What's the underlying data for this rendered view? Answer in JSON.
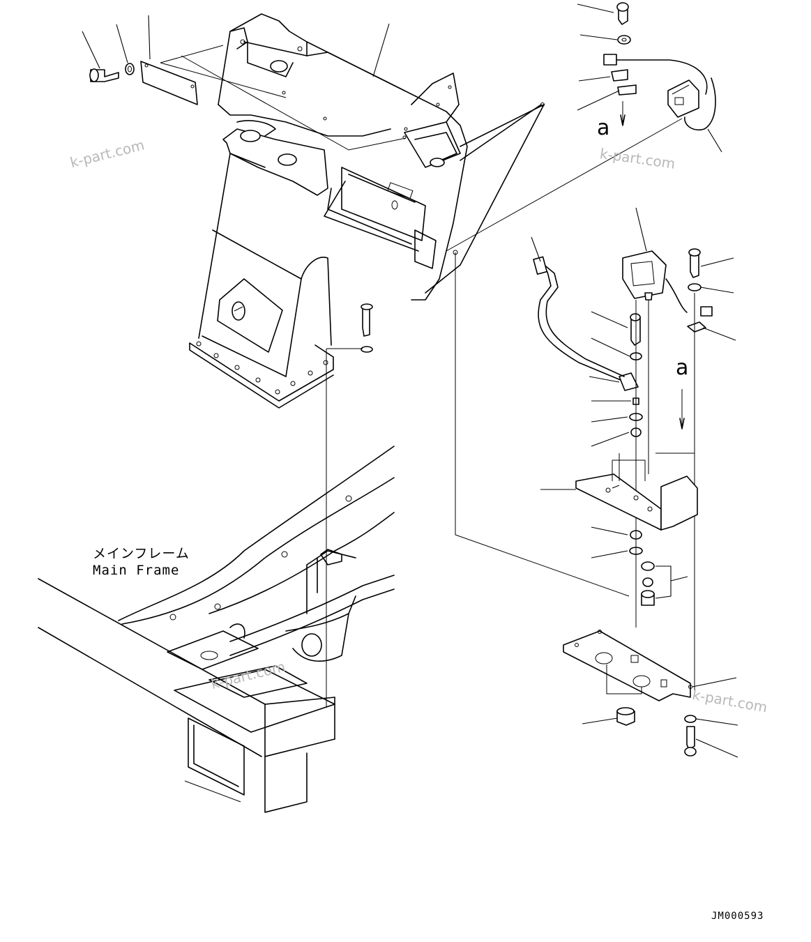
{
  "labels": {
    "main_frame_jp": "メインフレーム",
    "main_frame_en": "Main Frame",
    "view_mark_top": "a",
    "view_mark_right": "a",
    "drawing_code": "JM000593"
  },
  "watermarks": [
    "k-part.com",
    "k-part.com",
    "k-part.com",
    "k-part.com"
  ]
}
